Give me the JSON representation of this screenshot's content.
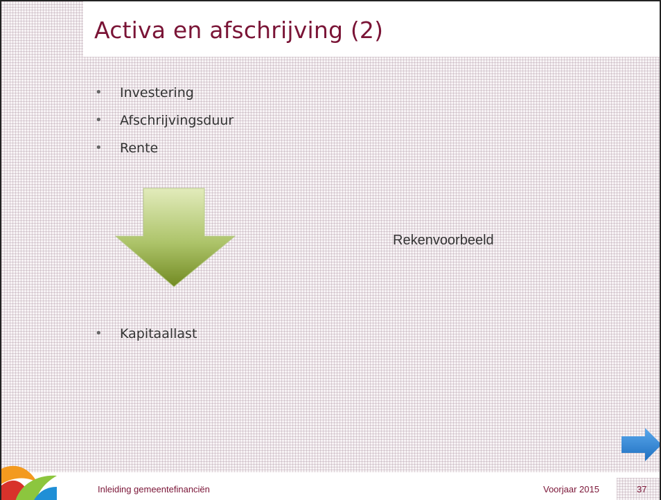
{
  "slide": {
    "title": "Activa en afschrijving (2)",
    "bullets": [
      "Investering",
      "Afschrijvingsduur",
      "Rente"
    ],
    "result_bullet": "Kapitaallast",
    "side_label": "Rekenvoorbeeld"
  },
  "footer": {
    "course": "Inleiding gemeentefinanciën",
    "date": "Voorjaar 2015",
    "page": "37"
  },
  "icons": {
    "down_arrow": "down-arrow-icon",
    "next": "right-arrow-icon",
    "logo": "leaf-logo"
  },
  "colors": {
    "title": "#7a1436",
    "arrow_light": "#dfe9b3",
    "arrow_dark": "#7a8f2a",
    "next_arrow": "#2f86d6"
  }
}
